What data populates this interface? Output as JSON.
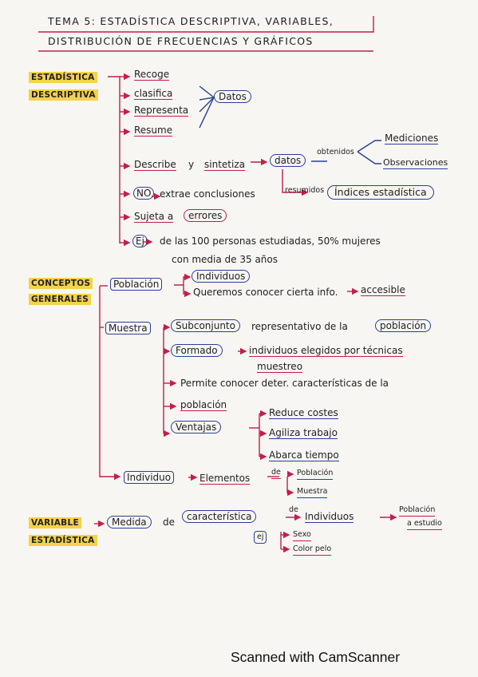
{
  "title": {
    "line1": "TEMA 5: ESTADÍSTICA DESCRIPTIVA, VARIABLES,",
    "line2": "DISTRIBUCIÓN DE FRECUENCIAS Y GRÁFICOS"
  },
  "s1": {
    "head1": "ESTADÍSTICA",
    "head2": "DESCRIPTIVA",
    "recoge": "Recoge",
    "clasifica": "clasifica",
    "representa": "Representa",
    "resume": "Resume",
    "datos_oval": "Datos",
    "describe": "Describe",
    "y": "y",
    "sintetiza": "sintetiza",
    "datos2": "datos",
    "obtenidos": "obtenidos",
    "mediciones": "Mediciones",
    "observaciones": "Observaciones",
    "no": "NO",
    "extrae": "extrae conclusiones",
    "resumidos": "resumidos",
    "indices": "Índices estadística",
    "sujeta": "Sujeta a",
    "errores": "errores",
    "ej": "Ej",
    "ejemplo1": "de las 100 personas estudiadas, 50% mujeres",
    "ejemplo2": "con media de 35 años"
  },
  "s2": {
    "head1": "CONCEPTOS",
    "head2": "GENERALES",
    "poblacion": "Población",
    "individuos": "Individuos",
    "queremos": "Queremos conocer cierta info.",
    "accesible": "accesible",
    "muestra": "Muestra",
    "subconjunto": "Subconjunto",
    "representativo": "representativo de la",
    "poblacion2": "población",
    "formado": "Formado",
    "individuos_elegidos": "individuos elegidos por técnicas",
    "muestreo": "muestreo",
    "permite": "Permite conocer deter. características de la",
    "poblacion3": "población",
    "ventajas": "Ventajas",
    "reduce": "Reduce costes",
    "agiliza": "Agiliza trabajo",
    "abarca": "Abarca tiempo",
    "individuo": "Individuo",
    "elementos": "Elementos",
    "de": "de",
    "poblacion4": "Población",
    "muestra2": "Muestra"
  },
  "s3": {
    "head1": "VARIABLE",
    "head2": "ESTADÍSTICA",
    "medida": "Medida",
    "de": "de",
    "caracteristica": "característica",
    "de2": "de",
    "individuos": "Individuos",
    "poblacion_estudio1": "Población",
    "poblacion_estudio2": "a estudio",
    "ej": "ej",
    "sexo": "Sexo",
    "color": "Color pelo"
  },
  "footer": "Scanned with CamScanner",
  "colors": {
    "red": "#c41e4a",
    "blue": "#2b3f94",
    "highlight": "#f4d24a",
    "paper": "#f7f6f3"
  }
}
